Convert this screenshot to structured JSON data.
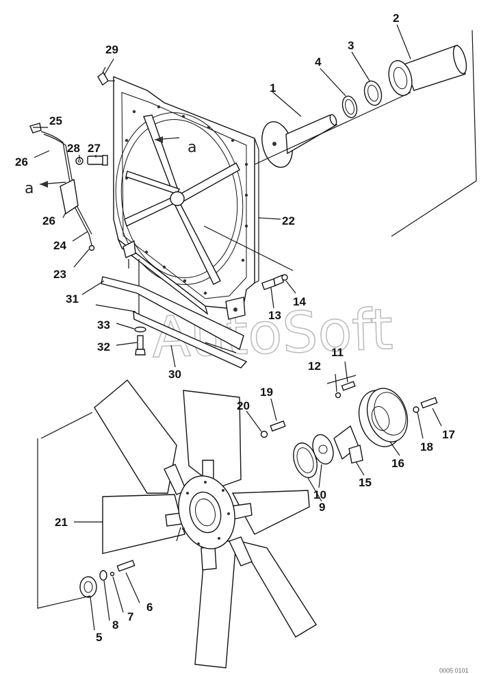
{
  "parts": {
    "p1": "1",
    "p2": "2",
    "p3": "3",
    "p4": "4",
    "p5": "5",
    "p6": "6",
    "p7": "7",
    "p8": "8",
    "p9": "9",
    "p10": "10",
    "p11": "11",
    "p12": "12",
    "p13": "13",
    "p14": "14",
    "p15": "15",
    "p16": "16",
    "p17": "17",
    "p18": "18",
    "p19": "19",
    "p20": "20",
    "p21": "21",
    "p22": "22",
    "p23": "23",
    "p24": "24",
    "p25": "25",
    "p26a": "26",
    "p26b": "26",
    "p27": "27",
    "p28": "28",
    "p29": "29",
    "p30": "30",
    "p31": "31",
    "p32": "32",
    "p33": "33"
  },
  "view_marker": "a",
  "watermark": "AutoSoft",
  "drawing_code": "0005 0101"
}
